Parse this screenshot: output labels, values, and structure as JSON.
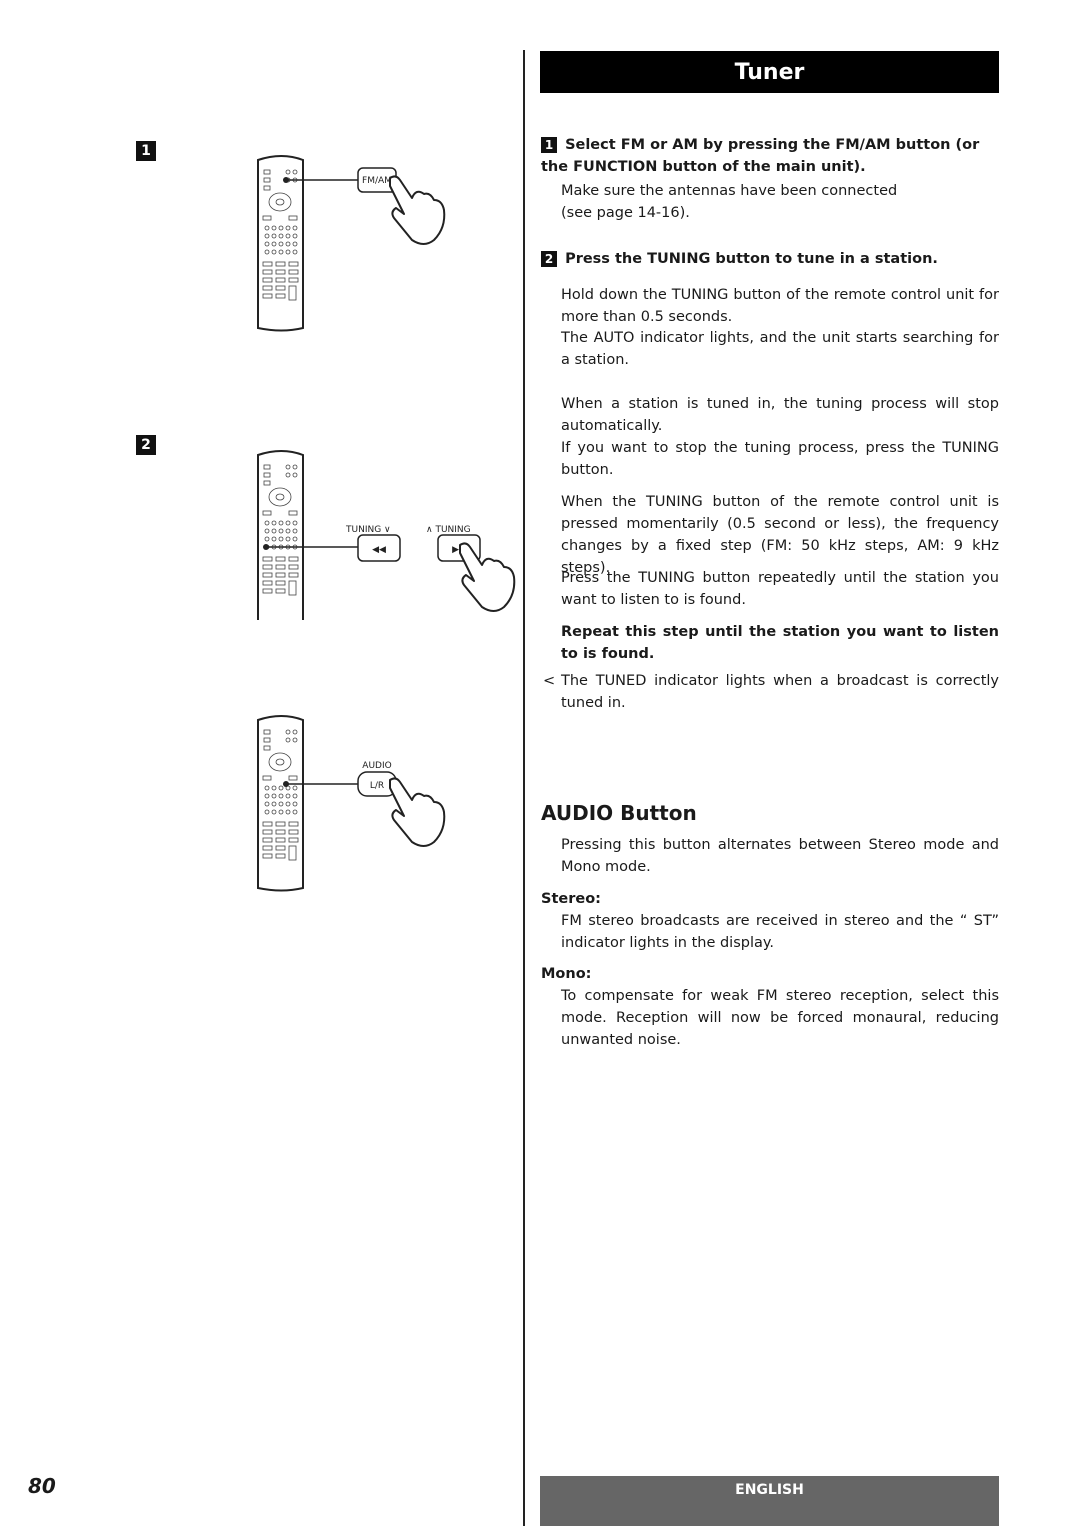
{
  "header": {
    "title": "Tuner"
  },
  "steps": {
    "step1": {
      "number": "1",
      "instruction": "Select FM or AM by pressing the FM/AM button (or the FUNCTION button of the main unit).",
      "note": [
        "Make sure the antennas have been connected",
        "(see page 14-16)."
      ]
    },
    "step2": {
      "number": "2",
      "instruction": "Press the TUNING button to tune in a station.",
      "p1": "Hold down the TUNING button of the remote control unit for more than 0.5 seconds.",
      "p2": "The AUTO indicator lights, and the unit starts searching for a station.",
      "p3": "When a station is tuned in, the tuning process will stop automatically.",
      "p4": "If you want to stop the tuning process, press the TUNING button.",
      "p5": "When the TUNING button of the remote control unit is pressed momentarily (0.5 second or less), the frequency changes by a fixed step (FM: 50 kHz steps, AM: 9 kHz steps).",
      "p6": "Press the TUNING button repeatedly until the station you want to listen to is found.",
      "repeat": "Repeat this step until the station you want to listen to is found.",
      "bullet_mark": "<",
      "tuned": "The TUNED indicator lights when a broadcast is correctly tuned in."
    }
  },
  "audio_section": {
    "heading": "AUDIO Button",
    "intro": "Pressing this button alternates between Stereo mode and Mono mode.",
    "stereo_label": "Stereo:",
    "stereo_text": "FM stereo broadcasts are received in stereo and the “ ST” indicator lights in the display.",
    "mono_label": "Mono:",
    "mono_text": "To compensate for weak FM stereo reception, select this mode. Reception will now be forced monaural, reducing unwanted noise."
  },
  "illustrations": {
    "fig1": {
      "step": "1",
      "button_label": "FM/AM"
    },
    "fig2": {
      "step": "2",
      "left_label": "TUNING ∨",
      "right_label": "∧ TUNING",
      "left_symbol": "◀◀",
      "right_symbol": "▶▶"
    },
    "fig3": {
      "label_top": "AUDIO",
      "button_label": "L/R"
    }
  },
  "footer": {
    "page_number": "80",
    "language": "ENGLISH"
  }
}
